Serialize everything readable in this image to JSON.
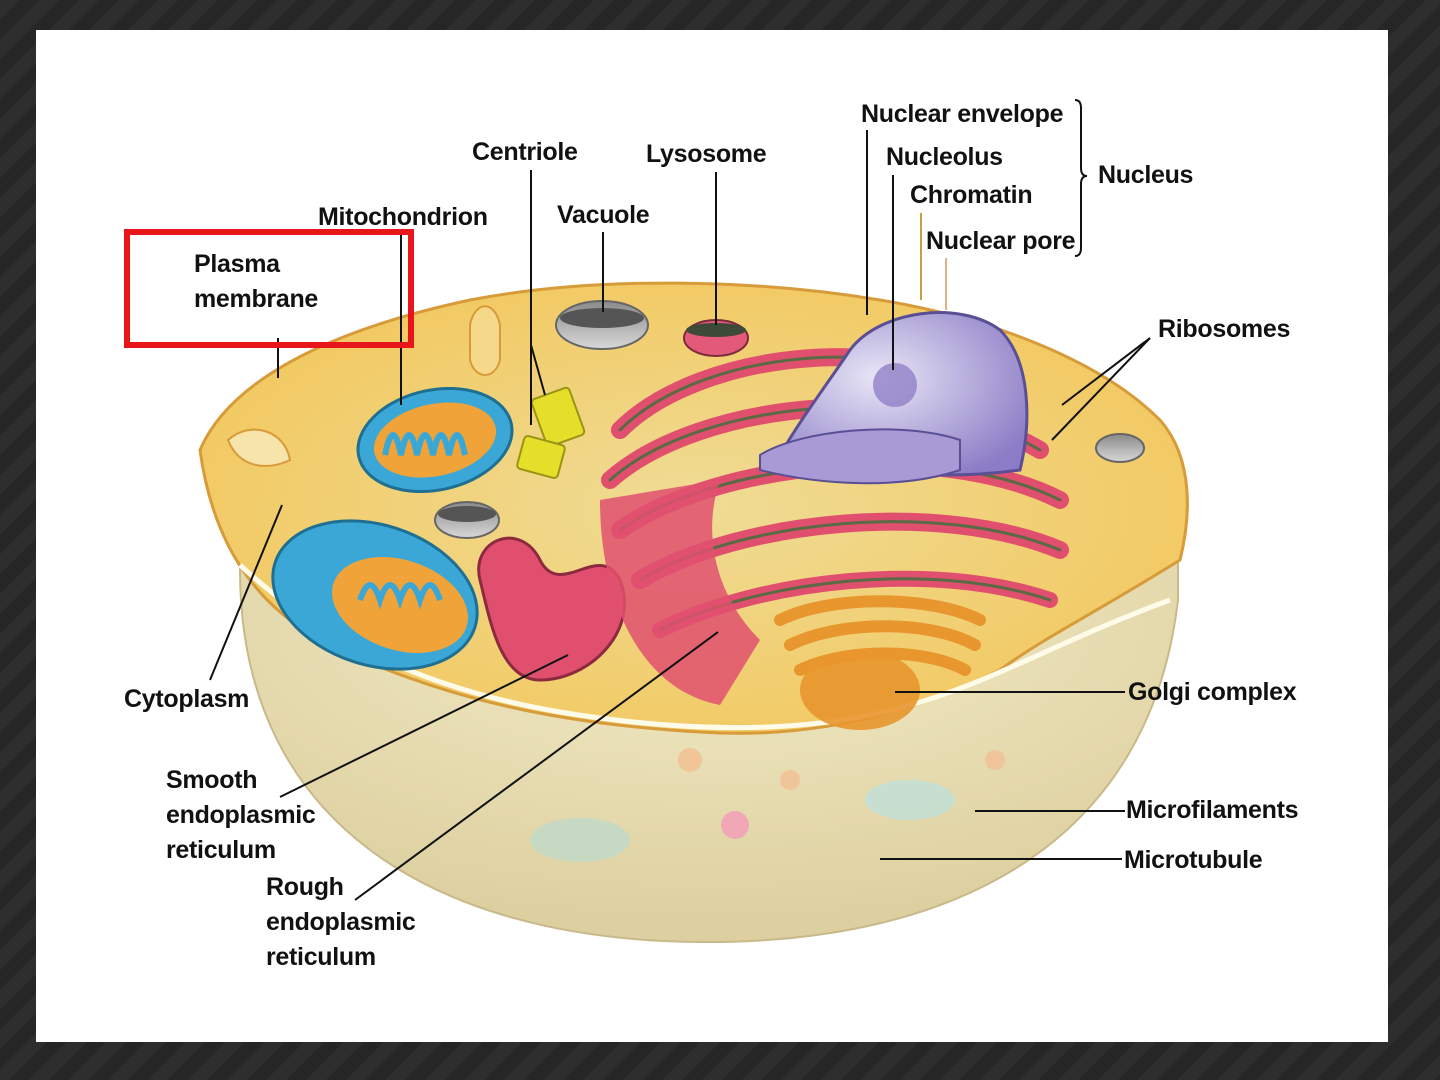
{
  "labels": {
    "nuclear_envelope": "Nuclear envelope",
    "nucleolus": "Nucleolus",
    "chromatin": "Chromatin",
    "nuclear_pore": "Nuclear pore",
    "nucleus": "Nucleus",
    "centriole": "Centriole",
    "lysosome": "Lysosome",
    "vacuole": "Vacuole",
    "mitochondrion": "Mitochondrion",
    "plasma": "Plasma",
    "membrane": "membrane",
    "ribosomes": "Ribosomes",
    "cytoplasm": "Cytoplasm",
    "golgi_complex": "Golgi complex",
    "smooth": "Smooth",
    "smooth_endo": "endoplasmic",
    "smooth_ret": "reticulum",
    "rough": "Rough",
    "rough_endo": "endoplasmic",
    "rough_ret": "reticulum",
    "microfilaments": "Microfilaments",
    "microtubule": "Microtubule"
  },
  "highlight": {
    "target": "Plasma membrane",
    "color": "#e8151b"
  },
  "colors": {
    "frame": "#2b2b2b",
    "slide": "#ffffff",
    "cytoplasm": "#f2d27a",
    "cell_cut": "#e9dfb4",
    "rough_er": "#e0506e",
    "mitochondrion": "#3aa7d6",
    "nucleus": "#9b8fd0",
    "golgi": "#e89a3a",
    "centriole": "#e6df2a"
  }
}
